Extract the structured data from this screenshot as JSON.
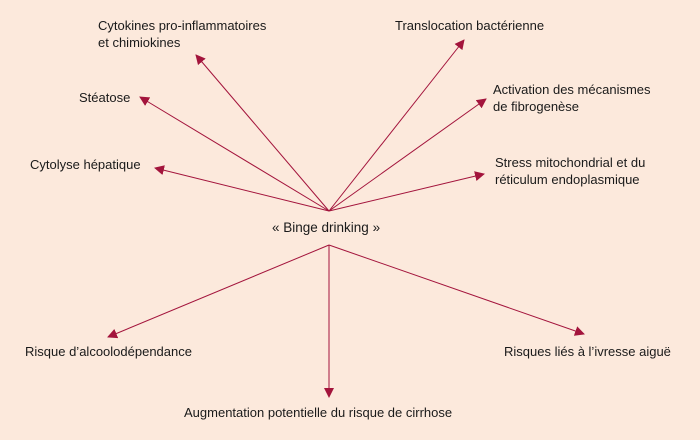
{
  "diagram": {
    "center": "« Binge drinking »",
    "effects": [
      {
        "id": "cytokines",
        "text": "Cytokines pro-inflammatoires\net chimiokines"
      },
      {
        "id": "translocation",
        "text": "Translocation bactérienne"
      },
      {
        "id": "steatose",
        "text": "Stéatose"
      },
      {
        "id": "fibrogenese",
        "text": "Activation des mécanismes\nde fibrogenèse"
      },
      {
        "id": "cytolyse",
        "text": "Cytolyse hépatique"
      },
      {
        "id": "stress",
        "text": "Stress mitochondrial et du\nréticulum endoplasmique"
      },
      {
        "id": "alcoolodependance",
        "text": "Risque d’alcoolodépendance"
      },
      {
        "id": "ivresse",
        "text": "Risques liés à l’ivresse aiguë"
      },
      {
        "id": "cirrhose",
        "text": "Augmentation potentielle du risque de cirrhose"
      }
    ]
  },
  "colors": {
    "background": "#fce9dc",
    "arrow": "#a3143c",
    "text": "#1a1a1a"
  }
}
